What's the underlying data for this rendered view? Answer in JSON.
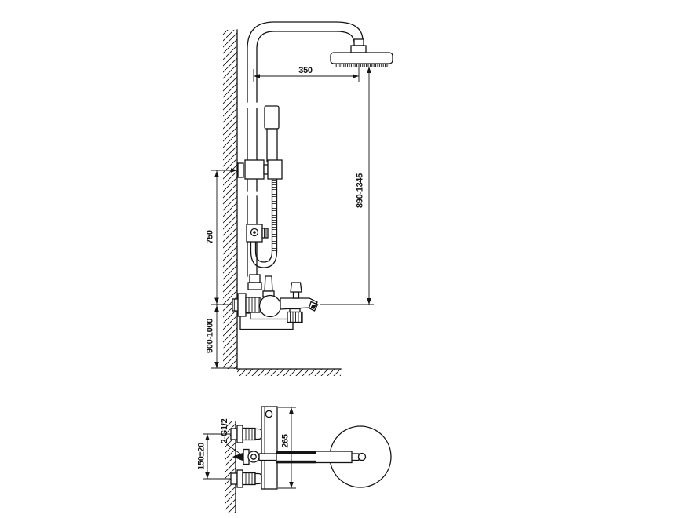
{
  "drawing": {
    "background_color": "#ffffff",
    "line_color": "#141414"
  },
  "front_view": {
    "dim_arm_reach": "350",
    "dim_head_height": "890-1345",
    "dim_bracket_spacing": "750",
    "dim_mixer_height": "900-1000"
  },
  "top_view": {
    "dim_body_length": "265",
    "dim_inlet_spacing": "150±20",
    "dim_thread": "2-G1/2"
  }
}
